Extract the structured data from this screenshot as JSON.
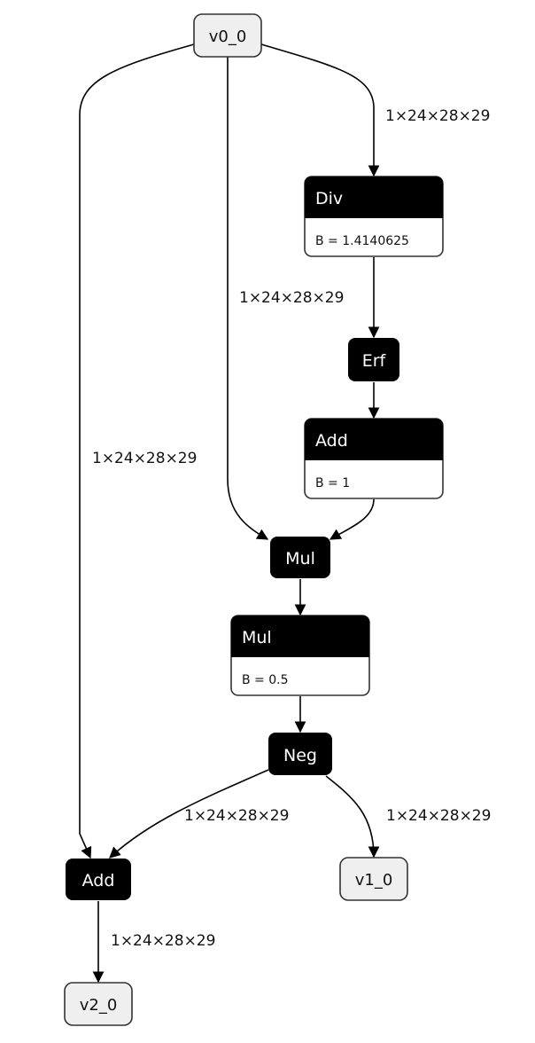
{
  "diagram": {
    "inputs": {
      "v0": "v0_0"
    },
    "outputs": {
      "v1": "v1_0",
      "v2": "v2_0"
    },
    "nodes": {
      "div": {
        "op": "Div",
        "attr": "B = 1.4140625"
      },
      "erf": {
        "op": "Erf"
      },
      "add1": {
        "op": "Add",
        "attr": "B = 1"
      },
      "mul1": {
        "op": "Mul"
      },
      "mul2": {
        "op": "Mul",
        "attr": "B = 0.5"
      },
      "neg": {
        "op": "Neg"
      },
      "add2": {
        "op": "Add"
      }
    },
    "edges": [
      {
        "from": "v0_0",
        "to": "Div",
        "label": "1×24×28×29"
      },
      {
        "from": "v0_0",
        "to": "Mul",
        "label": "1×24×28×29"
      },
      {
        "from": "v0_0",
        "to": "Add",
        "label": "1×24×28×29"
      },
      {
        "from": "Div",
        "to": "Erf",
        "label": ""
      },
      {
        "from": "Erf",
        "to": "Add",
        "label": ""
      },
      {
        "from": "Add",
        "to": "Mul",
        "label": ""
      },
      {
        "from": "Mul",
        "to": "Mul",
        "label": ""
      },
      {
        "from": "Mul",
        "to": "Neg",
        "label": ""
      },
      {
        "from": "Neg",
        "to": "Add",
        "label": "1×24×28×29"
      },
      {
        "from": "Neg",
        "to": "v1_0",
        "label": "1×24×28×29"
      },
      {
        "from": "Add",
        "to": "v2_0",
        "label": "1×24×28×29"
      }
    ]
  }
}
